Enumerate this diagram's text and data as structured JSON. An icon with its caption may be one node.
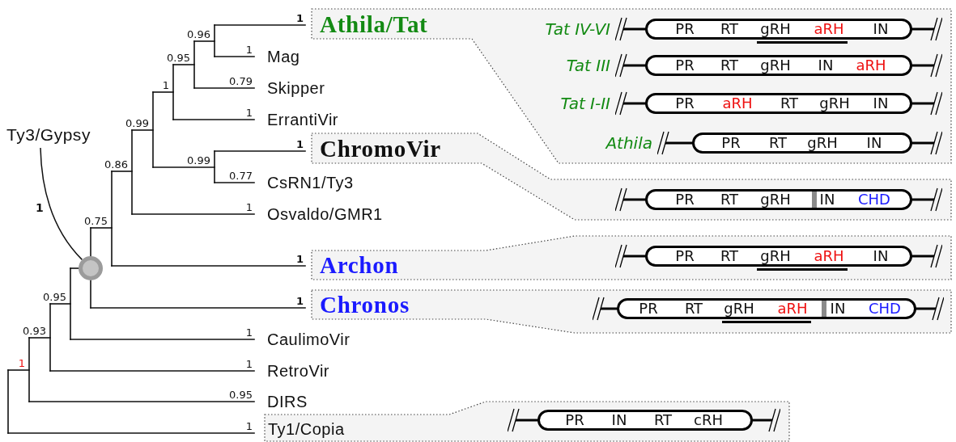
{
  "diagram": {
    "nodes": [
      {
        "text": [
          "Ty3/Gypsy"
        ]
      },
      {
        "text": [],
        "shape": "circle"
      },
      {
        "text": [
          "Athila/Tat"
        ]
      },
      {
        "text": [
          "PR",
          "RT",
          "gRH",
          "aRH",
          "IN"
        ],
        "in": 2,
        "beside": [
          "Tat IV-VI"
        ]
      },
      {
        "text": [
          "PR",
          "RT",
          "gRH",
          "IN",
          "aRH"
        ],
        "in": 2,
        "beside": [
          "Tat III"
        ]
      },
      {
        "text": [
          "PR",
          "aRH",
          "RT",
          "gRH",
          "IN"
        ],
        "in": 2,
        "beside": [
          "Tat I-II"
        ]
      },
      {
        "text": [
          "PR",
          "RT",
          "gRH",
          "IN"
        ],
        "in": 2
      },
      {
        "text": [
          "ChromoVir"
        ]
      },
      {
        "text": [
          "PR",
          "RT",
          "gRH",
          "IN",
          "CHD"
        ],
        "in": 7
      },
      {
        "text": [
          "Archon"
        ]
      },
      {
        "text": [
          "PR",
          "RT",
          "gRH",
          "aRH",
          "IN"
        ],
        "in": 9
      },
      {
        "text": [
          "Chronos"
        ]
      },
      {
        "text": [
          "PR",
          "RT",
          "gRH",
          "aRH",
          "IN",
          "CHD"
        ],
        "in": 11
      },
      {
        "text": [
          "Ty1/Copia"
        ]
      },
      {
        "text": [
          "PR",
          "IN",
          "RT",
          "cRH"
        ],
        "in": 13
      }
    ],
    "edges": [
      {
        "from": 0,
        "to": 1,
        "arrow": "none",
        "label": "1"
      }
    ],
    "labels": [
      "1",
      "0.96",
      "1",
      "Mag",
      "0.95",
      "0.79",
      "Skipper",
      "1",
      "1",
      "ErrantiVir",
      "0.99",
      "1",
      "0.99",
      "0.77",
      "CsRN1/Ty3",
      "0.86",
      "1",
      "Osvaldo/GMR1",
      "0.75",
      "1",
      "1",
      "0.95",
      "1",
      "CaulimoVir",
      "0.93",
      "1",
      "1",
      "RetroVir",
      "0.95",
      "DIRS",
      "1",
      "Athila"
    ]
  }
}
